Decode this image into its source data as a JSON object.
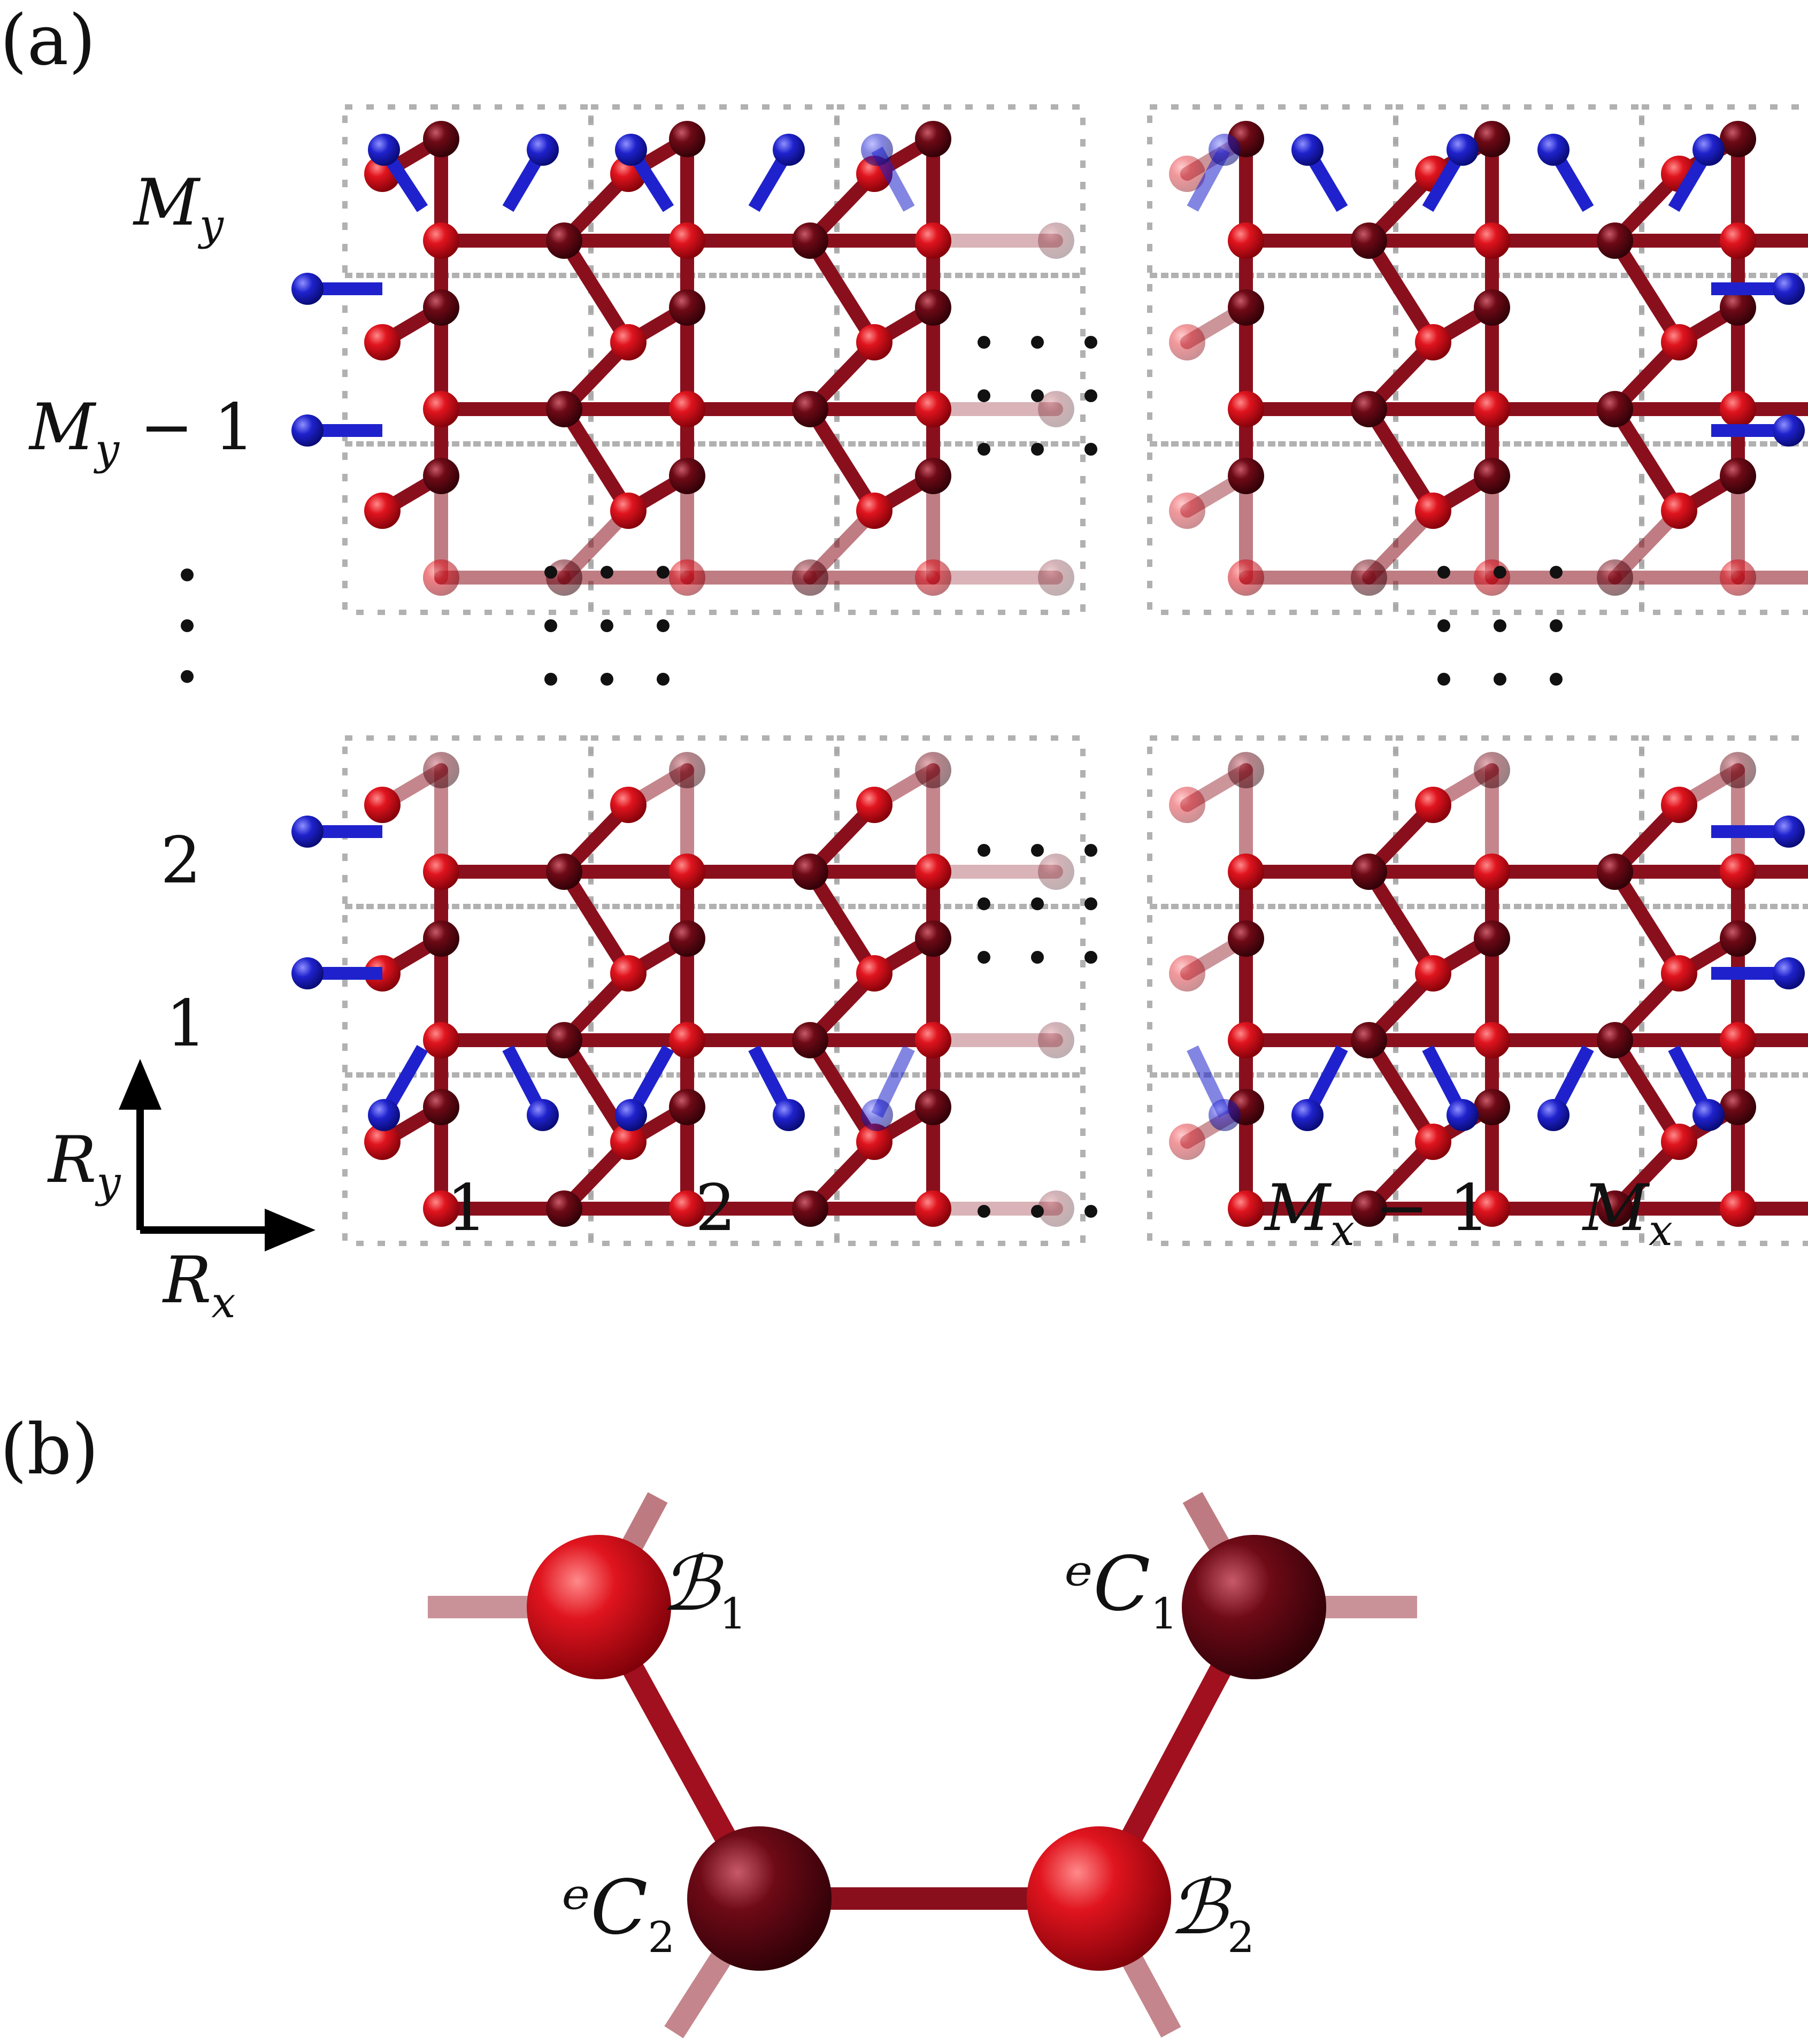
{
  "panel_a": {
    "label": "(a)",
    "row_labels": {
      "my": {
        "main": "M",
        "sub": "y"
      },
      "my_minus_1": {
        "main": "M",
        "sub": "y",
        "tail": " − 1"
      },
      "row2": "2",
      "row1": "1"
    },
    "col_labels": {
      "col1": "1",
      "col2": "2",
      "mx_minus_1": {
        "main": "M",
        "sub": "x",
        "tail": " − 1"
      },
      "mx": {
        "main": "M",
        "sub": "x"
      }
    },
    "axis": {
      "ry": {
        "main": "R",
        "sub": "y"
      },
      "rx": {
        "main": "R",
        "sub": "x"
      }
    }
  },
  "panel_b": {
    "label": "(b)",
    "sites": {
      "b1": {
        "main": "ℬ",
        "sub": "1"
      },
      "a1": {
        "main": "ᵉC",
        "sub": "1"
      },
      "a2": {
        "main": "ᵉC",
        "sub": "2"
      },
      "b2": {
        "main": "ℬ",
        "sub": "2"
      }
    }
  },
  "colors": {
    "atom_a": "#6e0a16",
    "atom_b": "#e0141e",
    "bond": "#8a0f1c",
    "edge_atom": "#1f22cc",
    "cell_border": "#a8a8a8",
    "dots": "#111111"
  }
}
